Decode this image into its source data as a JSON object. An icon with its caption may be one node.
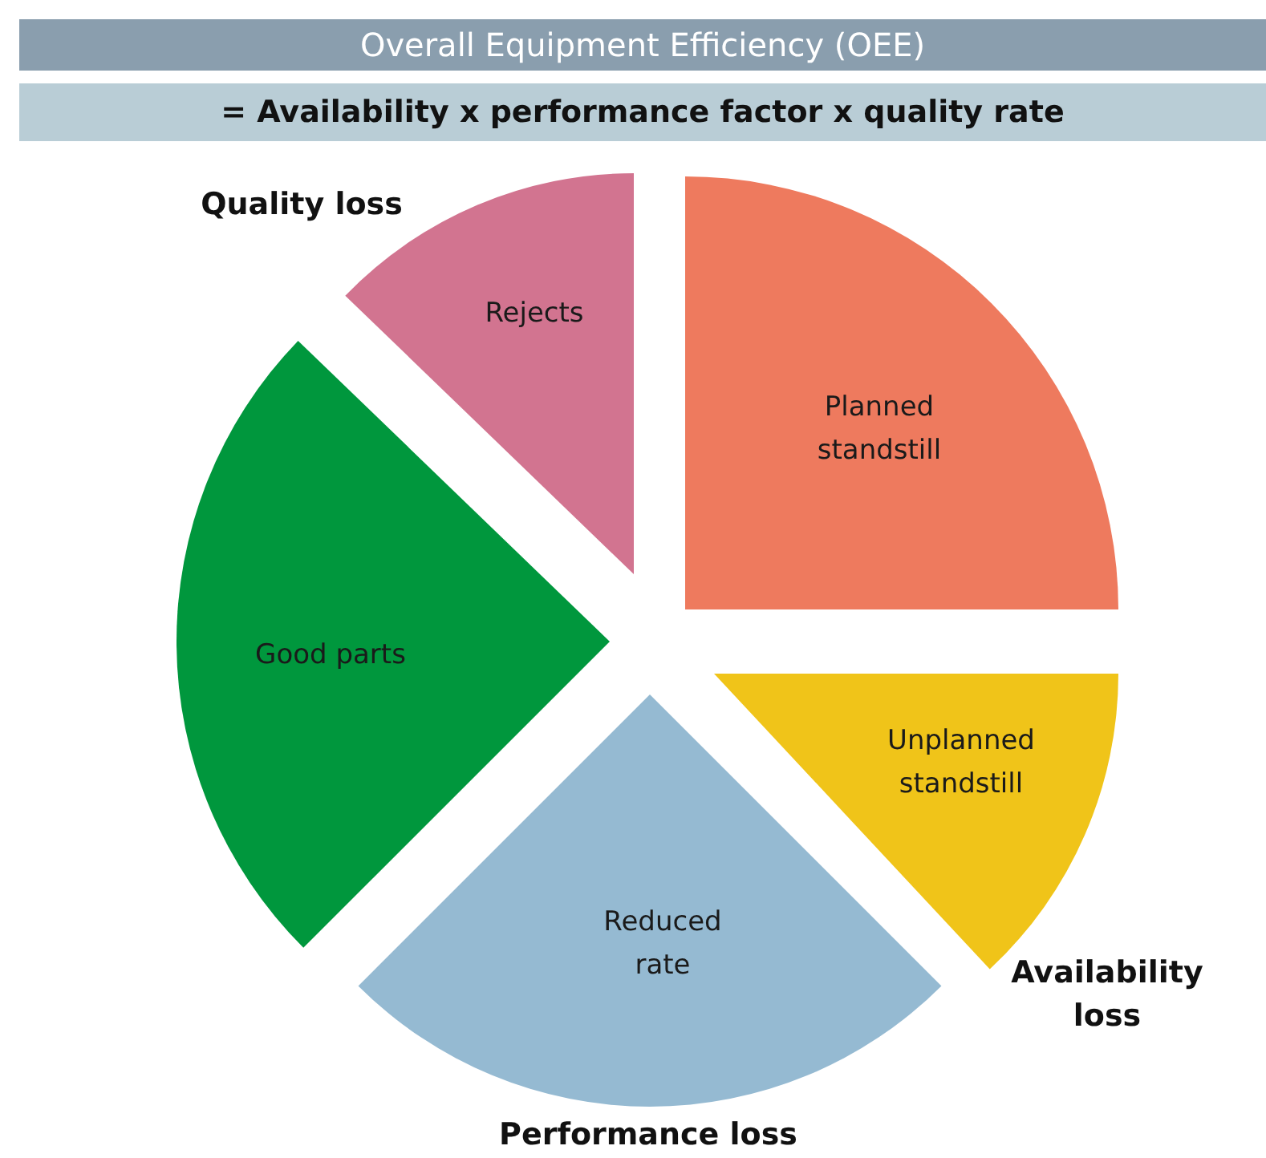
{
  "diagram": {
    "title": "Overall Equipment Efficiency (OEE)",
    "nodes": [
      {
        "text": [
          "= Availability x performance factor x quality rate"
        ]
      },
      {
        "text": [
          "Rejects"
        ]
      },
      {
        "text": [
          "Planned standstill"
        ]
      },
      {
        "text": [
          "Unplanned standstill"
        ]
      },
      {
        "text": [
          "Reduced rate"
        ]
      },
      {
        "text": [
          "Good parts"
        ]
      }
    ],
    "labels": [
      "Quality loss",
      "Availability loss",
      "Performance loss"
    ]
  }
}
